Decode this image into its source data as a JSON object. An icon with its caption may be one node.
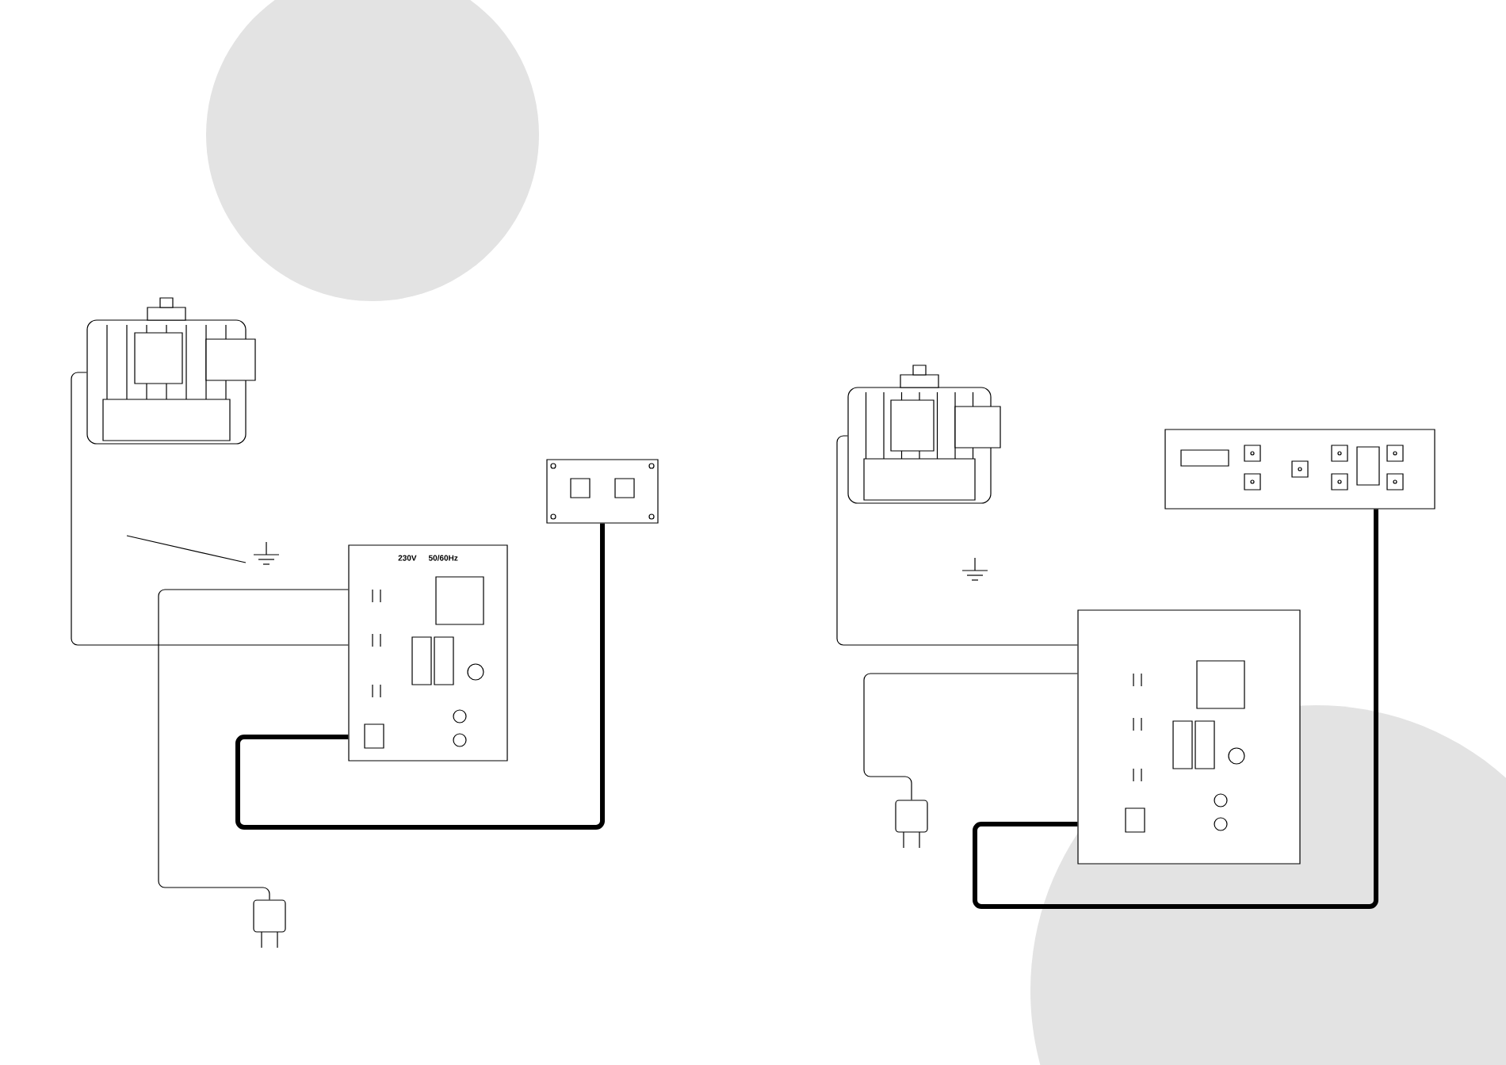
{
  "diagram": {
    "nodes": [
      {
        "text": [],
        "shape": "picture"
      },
      {
        "text": [
          "230V",
          "50/60Hz"
        ]
      },
      {
        "text": [],
        "shape": "picture"
      },
      {
        "text": [],
        "shape": "picture"
      },
      {
        "text": [],
        "shape": "picture"
      },
      {
        "text": [],
        "shape": "picture"
      },
      {
        "text": [],
        "shape": "box"
      },
      {
        "text": [],
        "shape": "picture"
      }
    ],
    "edges": [
      {
        "from": 0,
        "to": 1,
        "arrow": "none"
      },
      {
        "from": 3,
        "to": 1,
        "arrow": "none"
      },
      {
        "from": 1,
        "to": 2,
        "arrow": "none",
        "style": "thick"
      },
      {
        "from": 4,
        "to": 6,
        "arrow": "none"
      },
      {
        "from": 7,
        "to": 6,
        "arrow": "none"
      },
      {
        "from": 6,
        "to": 5,
        "arrow": "none",
        "style": "thick"
      }
    ]
  }
}
